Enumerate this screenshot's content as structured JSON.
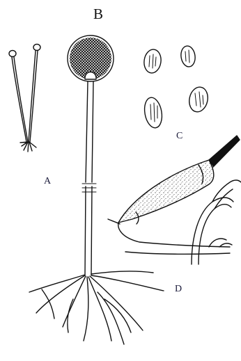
{
  "figure": {
    "panel_labels": {
      "a": "A",
      "b": "B",
      "c": "C",
      "d": "D"
    },
    "colors": {
      "ink": "#111111",
      "label": "#1a1a3a",
      "background": "#ffffff"
    }
  }
}
